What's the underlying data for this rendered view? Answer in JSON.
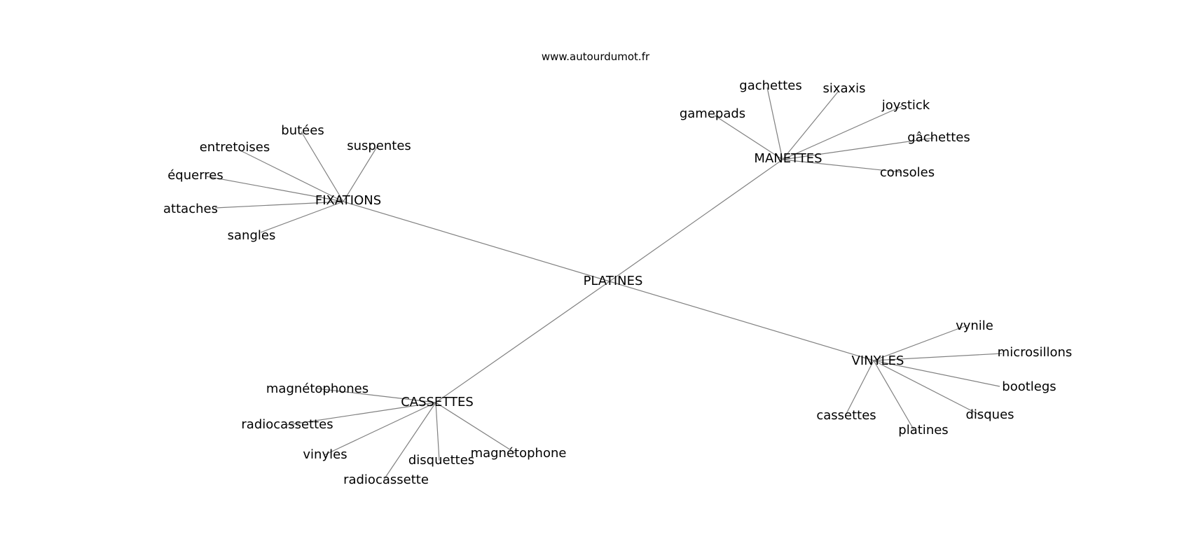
{
  "site_label": "www.autourdumot.fr",
  "graph": {
    "root": "PLATINES",
    "clusters": [
      {
        "hub": "FIXATIONS",
        "leaves": [
          "butées",
          "suspentes",
          "entretoises",
          "équerres",
          "attaches",
          "sangles"
        ]
      },
      {
        "hub": "MANETTES",
        "leaves": [
          "gachettes",
          "sixaxis",
          "gamepads",
          "joystick",
          "gâchettes",
          "consoles"
        ]
      },
      {
        "hub": "VINYLES",
        "leaves": [
          "vynile",
          "microsillons",
          "bootlegs",
          "disques",
          "platines",
          "cassettes"
        ]
      },
      {
        "hub": "CASSETTES",
        "leaves": [
          "magnétophones",
          "radiocassettes",
          "vinyles",
          "radiocassette",
          "disquettes",
          "magnétophone"
        ]
      }
    ]
  }
}
